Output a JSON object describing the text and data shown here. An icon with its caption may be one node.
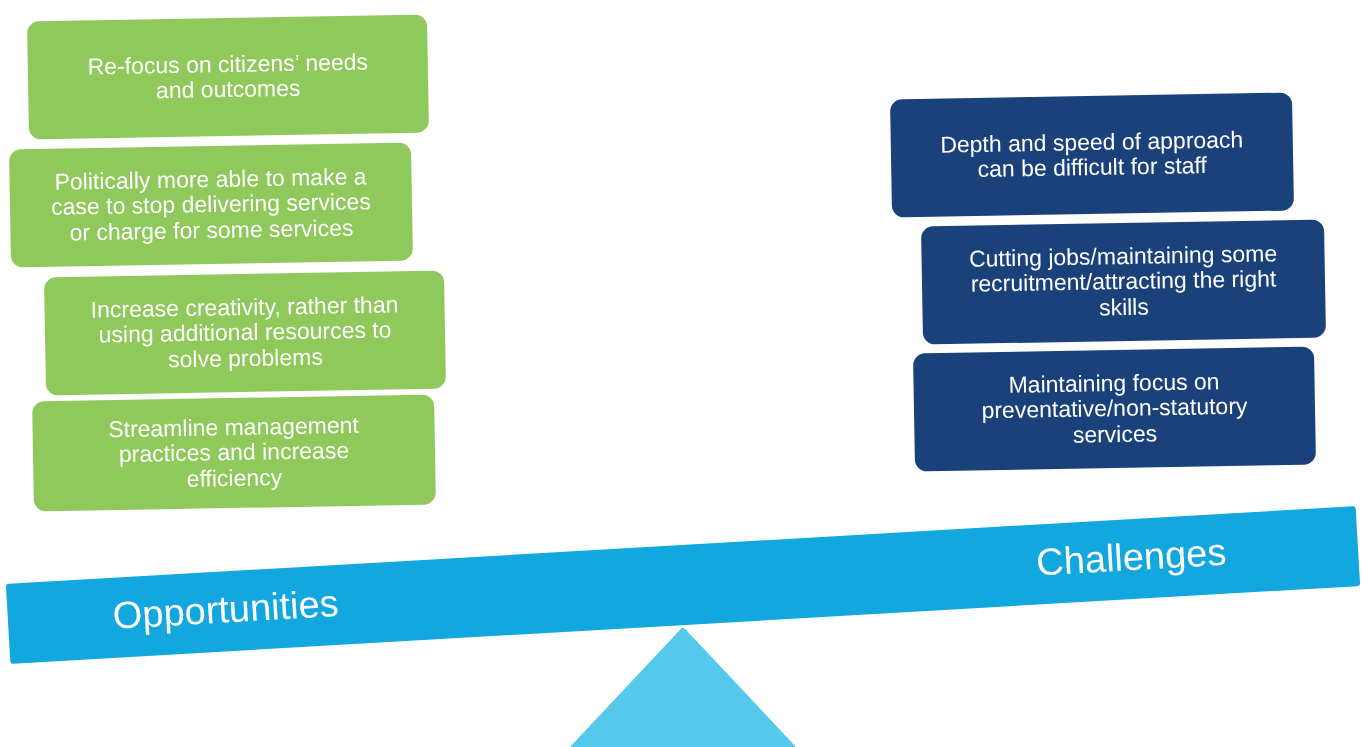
{
  "diagram": {
    "nodes": [
      {
        "text": [
          "Re-focus on citizens’ needs and outcomes"
        ]
      },
      {
        "text": [
          "Politically more able to make a case to stop delivering services or charge for some services"
        ]
      },
      {
        "text": [
          "Increase creativity, rather than using additional resources to solve problems"
        ]
      },
      {
        "text": [
          "Streamline management practices and increase efficiency"
        ]
      },
      {
        "text": [
          "Depth and speed of approach can be difficult for staff"
        ]
      },
      {
        "text": [
          "Cutting jobs/maintaining some recruitment/attracting the right skills"
        ]
      },
      {
        "text": [
          "Maintaining focus on preventative/non-statutory services"
        ]
      },
      {
        "text": [
          "Opportunities",
          "Challenges"
        ]
      },
      {
        "text": [],
        "shape": "triangle"
      }
    ]
  }
}
